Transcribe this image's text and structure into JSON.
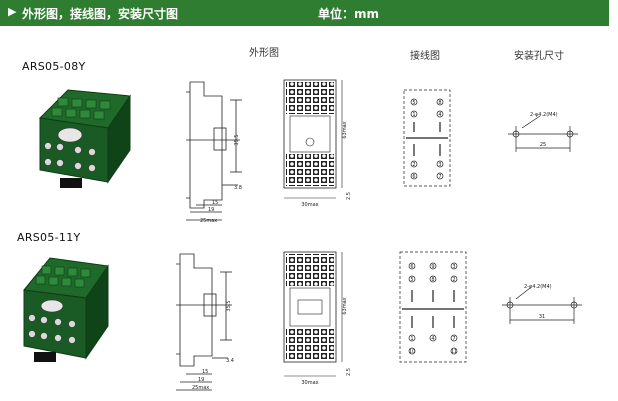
{
  "header": {
    "title": "外形图，接线图，安装尺寸图",
    "unit": "单位：mm",
    "bar_color": "#2f7d31"
  },
  "columns": {
    "outline": "外形图",
    "wiring": "接线图",
    "mounting": "安装孔尺寸"
  },
  "products": [
    {
      "model": "ARS05-08Y",
      "dims": {
        "height": "35.5",
        "d1": "3.8",
        "d2": "15",
        "d3": "19",
        "d4": "25max",
        "front_w": "30max",
        "front_h": "63max",
        "side": "2.5",
        "hole": "2-φ4.2(M4)",
        "hole_span": "25"
      },
      "wiring_pins": [
        "5",
        "8",
        "1",
        "4",
        "2",
        "3",
        "6",
        "7"
      ]
    },
    {
      "model": "ARS05-11Y",
      "dims": {
        "height": "35.5",
        "d1": "3.4",
        "d2": "15",
        "d3": "19",
        "d4": "25max",
        "front_w": "30max",
        "front_h": "63max",
        "side": "2.5",
        "hole": "2-φ4.2(M4)",
        "hole_span": "31"
      },
      "wiring_pins": [
        "6",
        "9",
        "3",
        "5",
        "8",
        "2",
        "1",
        "4",
        "7",
        "10",
        "11"
      ]
    }
  ]
}
